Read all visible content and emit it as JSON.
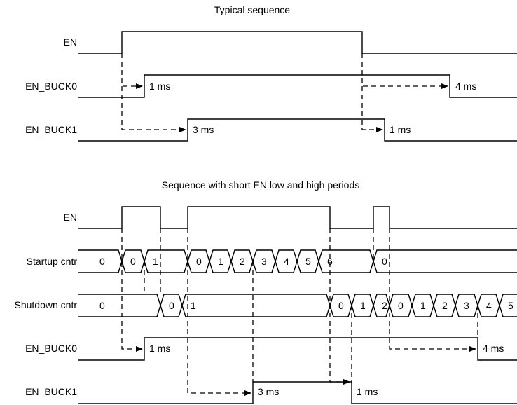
{
  "typical": {
    "title": "Typical sequence",
    "labels": {
      "en": "EN",
      "en_buck0": "EN_BUCK0",
      "en_buck1": "EN_BUCK1"
    },
    "annotations": {
      "buck0_on": "1 ms",
      "buck0_off": "4 ms",
      "buck1_on": "3 ms",
      "buck1_off": "1 ms"
    }
  },
  "short": {
    "title": "Sequence with short EN low and high periods",
    "labels": {
      "en": "EN",
      "startup": "Startup cntr",
      "shutdown": "Shutdown cntr",
      "en_buck0": "EN_BUCK0",
      "en_buck1": "EN_BUCK1"
    },
    "startup_values": [
      "0",
      "0",
      "1",
      "0",
      "1",
      "2",
      "3",
      "4",
      "5",
      "6",
      "0"
    ],
    "shutdown_values": [
      "0",
      "0",
      "1",
      "0",
      "1",
      "2",
      "0",
      "1",
      "2",
      "3",
      "4",
      "5"
    ],
    "annotations": {
      "buck0_on": "1 ms",
      "buck0_off": "4 ms",
      "buck1_on": "3 ms",
      "buck1_off": "1 ms"
    }
  }
}
